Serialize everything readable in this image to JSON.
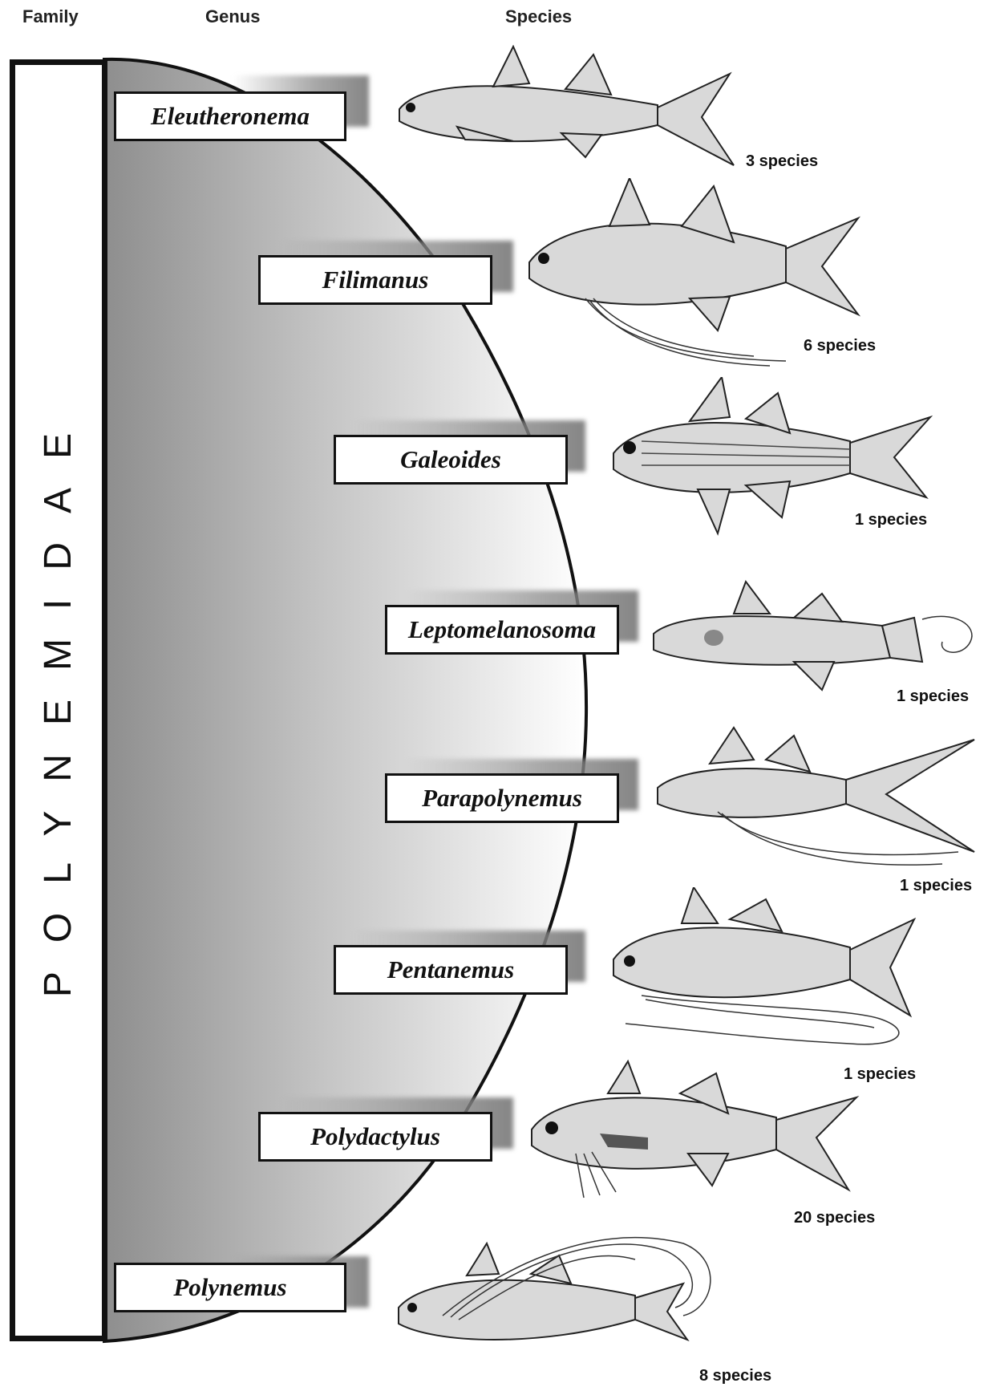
{
  "headers": {
    "family": "Family",
    "genus": "Genus",
    "species": "Species"
  },
  "family": {
    "name": "POLYNEMIDAE"
  },
  "genera": [
    {
      "name": "Eleutheronema",
      "species": "3 species",
      "fish": "fish-with-forked-tail-icon"
    },
    {
      "name": "Filimanus",
      "species": "6 species",
      "fish": "fish-with-long-pectoral-filaments-icon"
    },
    {
      "name": "Galeoides",
      "species": "1 species",
      "fish": "striped-fish-icon"
    },
    {
      "name": "Leptomelanosoma",
      "species": "1 species",
      "fish": "fish-with-filamentous-tail-icon"
    },
    {
      "name": "Parapolynemus",
      "species": "1 species",
      "fish": "fish-with-elongate-tail-lobes-icon"
    },
    {
      "name": "Pentanemus",
      "species": "1 species",
      "fish": "fish-with-looped-filaments-icon"
    },
    {
      "name": "Polydactylus",
      "species": "20 species",
      "fish": "threadfin-fish-icon"
    },
    {
      "name": "Polynemus",
      "species": "8 species",
      "fish": "fish-with-very-long-filaments-icon"
    }
  ],
  "colors": {
    "outline": "#111111",
    "shade_dark": "#8c8c8c",
    "shade_light": "#ffffff"
  }
}
